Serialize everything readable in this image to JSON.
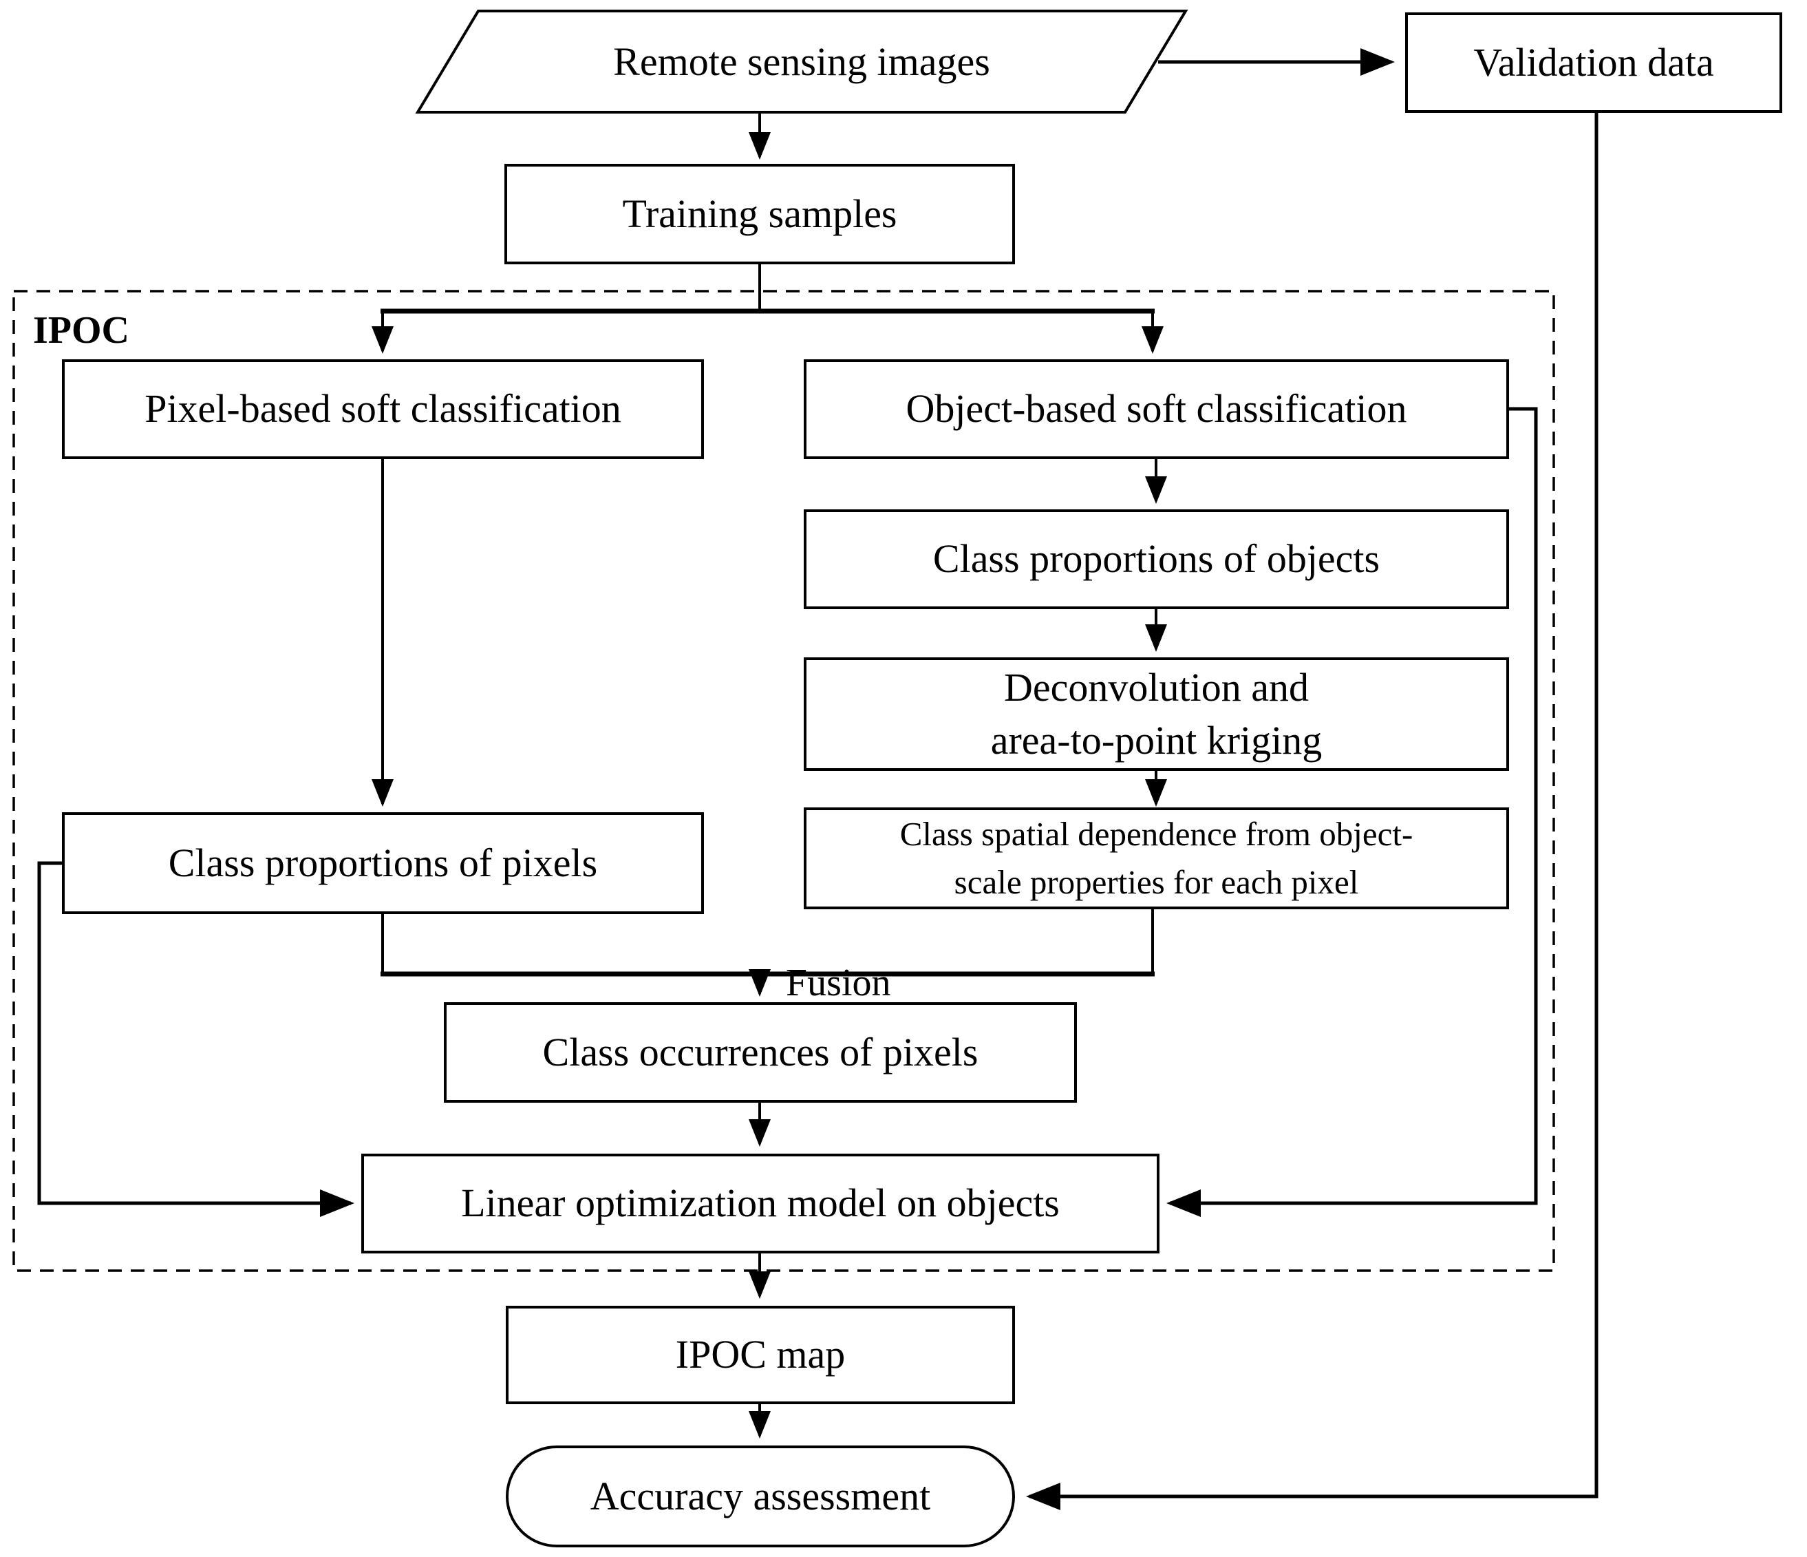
{
  "colors": {
    "line": "#000000",
    "background": "#ffffff"
  },
  "container_label": "IPOC",
  "fusion_label": "Fusion",
  "nodes": {
    "remote_sensing": {
      "label": "Remote sensing images",
      "shape": "parallelogram"
    },
    "validation_data": {
      "label": "Validation data",
      "shape": "rectangle"
    },
    "training_samples": {
      "label": "Training samples",
      "shape": "rectangle"
    },
    "pixel_based": {
      "label": "Pixel-based soft classification",
      "shape": "rectangle"
    },
    "object_based": {
      "label": "Object-based soft classification",
      "shape": "rectangle"
    },
    "class_prop_objects": {
      "label": "Class proportions of objects",
      "shape": "rectangle"
    },
    "deconvolution": {
      "label": "Deconvolution and\narea-to-point kriging",
      "shape": "rectangle"
    },
    "spatial_dependence": {
      "label": "Class spatial dependence from object-\nscale properties for each pixel",
      "shape": "rectangle"
    },
    "class_prop_pixels": {
      "label": "Class proportions of pixels",
      "shape": "rectangle"
    },
    "class_occurrences": {
      "label": "Class occurrences of pixels",
      "shape": "rectangle"
    },
    "linear_optimization": {
      "label": "Linear optimization model on objects",
      "shape": "rectangle"
    },
    "ipoc_map": {
      "label": "IPOC map",
      "shape": "rectangle"
    },
    "accuracy_assessment": {
      "label": "Accuracy assessment",
      "shape": "stadium"
    }
  },
  "edges": [
    {
      "from": "remote_sensing",
      "to": "validation_data"
    },
    {
      "from": "remote_sensing",
      "to": "training_samples"
    },
    {
      "from": "training_samples",
      "to": "pixel_based"
    },
    {
      "from": "training_samples",
      "to": "object_based"
    },
    {
      "from": "object_based",
      "to": "class_prop_objects"
    },
    {
      "from": "class_prop_objects",
      "to": "deconvolution"
    },
    {
      "from": "deconvolution",
      "to": "spatial_dependence"
    },
    {
      "from": "pixel_based",
      "to": "class_prop_pixels"
    },
    {
      "from": "class_prop_pixels",
      "to": "class_occurrences",
      "label": "Fusion"
    },
    {
      "from": "spatial_dependence",
      "to": "class_occurrences",
      "label": "Fusion"
    },
    {
      "from": "class_occurrences",
      "to": "linear_optimization"
    },
    {
      "from": "class_prop_pixels",
      "to": "linear_optimization"
    },
    {
      "from": "object_based",
      "to": "linear_optimization"
    },
    {
      "from": "linear_optimization",
      "to": "ipoc_map"
    },
    {
      "from": "ipoc_map",
      "to": "accuracy_assessment"
    },
    {
      "from": "validation_data",
      "to": "accuracy_assessment"
    }
  ]
}
